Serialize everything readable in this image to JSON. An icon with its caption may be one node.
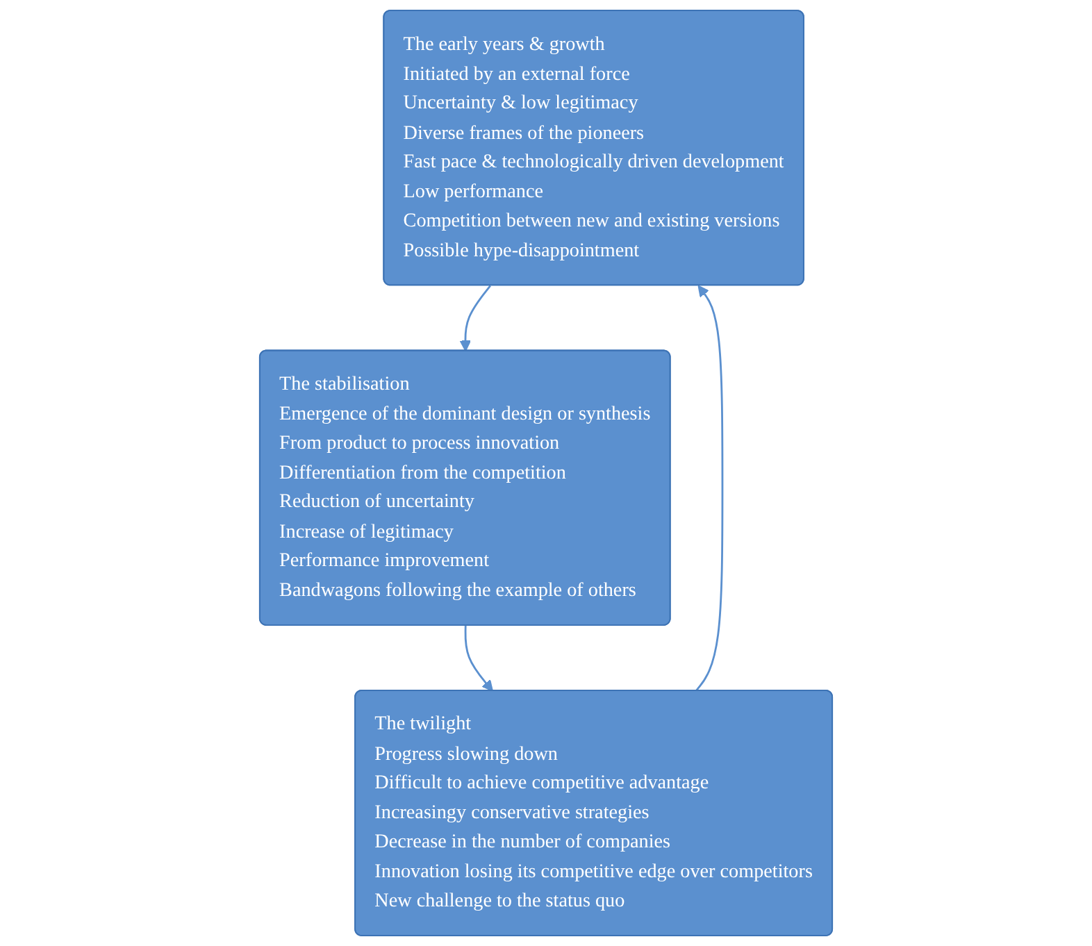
{
  "diagram": {
    "nodes": [
      {
        "text": [
          "The early years & growth",
          "Initiated by an external force",
          "Uncertainty & low legitimacy",
          "Diverse frames of the pioneers",
          "Fast pace & technologically driven development",
          "Low performance",
          "Competition between new and existing versions",
          "Possible hype-disappointment"
        ]
      },
      {
        "text": [
          "The stabilisation",
          "Emergence of the dominant design or synthesis",
          "From product to process innovation",
          "Differentiation from the competition",
          "Reduction of uncertainty",
          "Increase of legitimacy",
          "Performance improvement",
          "Bandwagons following the example of others"
        ]
      },
      {
        "text": [
          "The twilight",
          "Progress slowing down",
          "Difficult to achieve competitive advantage",
          "Increasingy conservative strategies",
          "Decrease in the number of companies",
          "Innovation losing its competitive edge over competitors",
          "New challenge to the status quo"
        ]
      }
    ],
    "edges": [
      {
        "from": 0,
        "to": 1,
        "arrow": "to"
      },
      {
        "from": 1,
        "to": 2,
        "arrow": "to"
      },
      {
        "from": 2,
        "to": 0,
        "arrow": "to"
      }
    ]
  }
}
